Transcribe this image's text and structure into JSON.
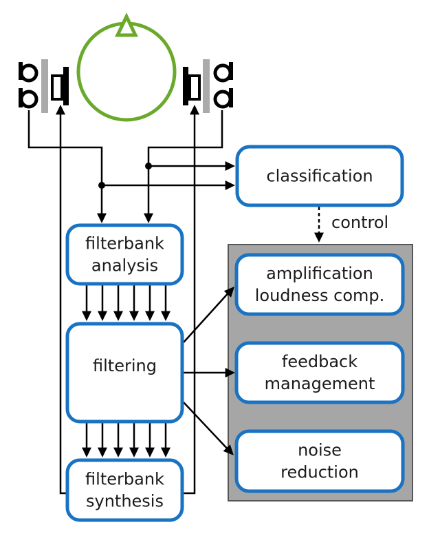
{
  "diagram": {
    "title": "Hearing aid signal processing block diagram",
    "colors": {
      "box_border": "#1a73c2",
      "box_fill": "#ffffff",
      "panel_fill": "#a6a6a6",
      "panel_border": "#555555",
      "head_outline": "#6aaa2a",
      "line": "#000000",
      "device_gray": "#aaaaaa",
      "text": "#1a1a1a"
    },
    "nodes": {
      "classification": {
        "lines": [
          "classification"
        ]
      },
      "filterbank_analysis": {
        "lines": [
          "filterbank",
          "analysis"
        ]
      },
      "filtering": {
        "lines": [
          "filtering"
        ]
      },
      "filterbank_synthesis": {
        "lines": [
          "filterbank",
          "synthesis"
        ]
      },
      "amplification": {
        "lines": [
          "amplification",
          "loudness comp."
        ]
      },
      "feedback": {
        "lines": [
          "feedback",
          "management"
        ]
      },
      "noise": {
        "lines": [
          "noise",
          "reduction"
        ]
      }
    },
    "annotations": {
      "control": "control"
    },
    "subband_channels": 6,
    "edges": [
      {
        "from": "left-microphones",
        "to": "filterbank_analysis"
      },
      {
        "from": "right-microphones",
        "to": "filterbank_analysis"
      },
      {
        "from": "left-microphones",
        "to": "classification"
      },
      {
        "from": "right-microphones",
        "to": "classification"
      },
      {
        "from": "classification",
        "to": "processing-panel",
        "style": "dashed",
        "label": "control"
      },
      {
        "from": "filterbank_analysis",
        "to": "filtering",
        "channels": 6
      },
      {
        "from": "filtering",
        "to": "filterbank_synthesis",
        "channels": 6
      },
      {
        "from": "filtering",
        "to": "amplification"
      },
      {
        "from": "filtering",
        "to": "feedback"
      },
      {
        "from": "filtering",
        "to": "noise"
      },
      {
        "from": "filterbank_synthesis",
        "to": "left-receiver"
      },
      {
        "from": "filterbank_synthesis",
        "to": "right-receiver"
      }
    ]
  }
}
